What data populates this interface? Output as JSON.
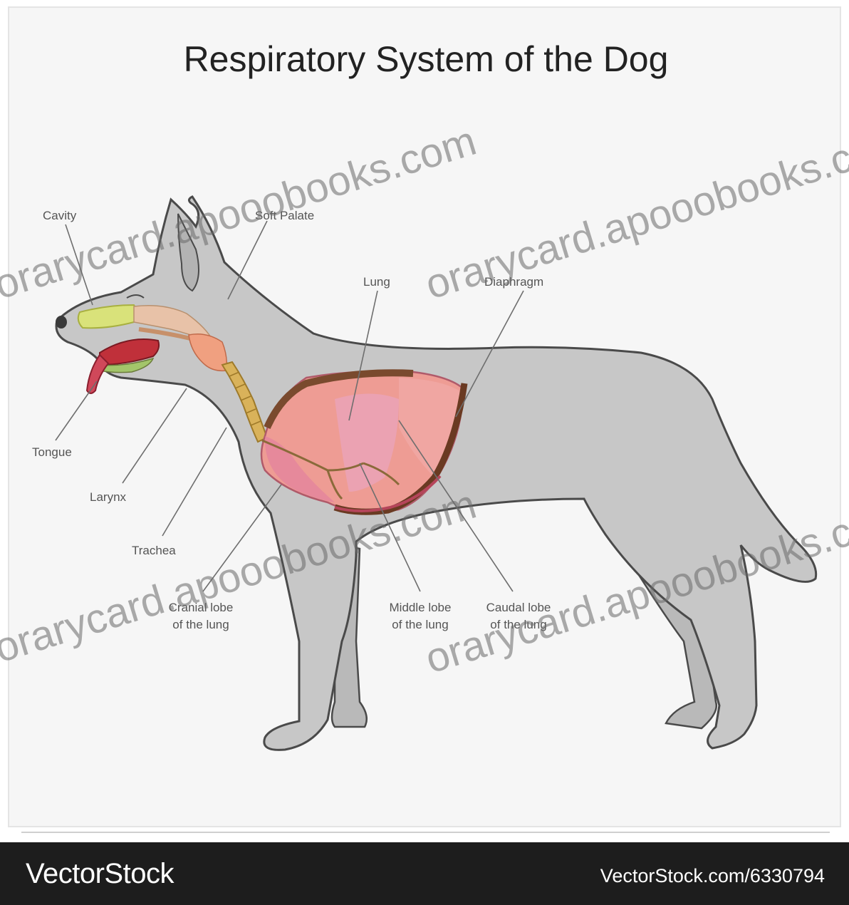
{
  "title": "Respiratory System of the Dog",
  "labels": {
    "cavity": "Cavity",
    "soft_palate": "Soft Palate",
    "lung": "Lung",
    "diaphragm": "Diaphragm",
    "tongue": "Tongue",
    "larynx": "Larynx",
    "trachea": "Trachea",
    "cranial_lobe": [
      "Cranial lobe",
      "of the lung"
    ],
    "middle_lobe": [
      "Middle lobe",
      "of the lung"
    ],
    "caudal_lobe": [
      "Caudal lobe",
      "of the lung"
    ]
  },
  "watermark": "orarycard.apooobooks.com",
  "footer": {
    "brand": "VectorStock",
    "url": "VectorStock.com/6330794"
  },
  "colors": {
    "body": "#c7c7c7",
    "outline": "#4a4a4a",
    "lung": "#ee9c94",
    "diaphragm": "#7a4a2e",
    "nasal": "#d9e27a",
    "trachea": "#d9b25a",
    "mouth": "#c0303a"
  }
}
